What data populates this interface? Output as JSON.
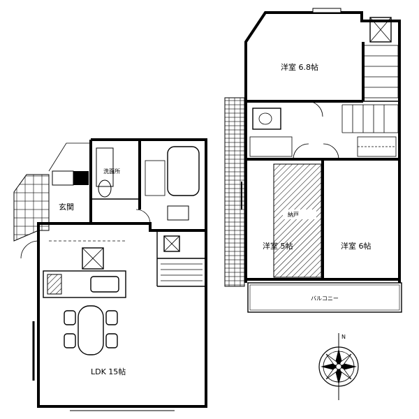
{
  "labels": {
    "room_top": "洋室 6.8帖",
    "room_left": "洋室 5帖",
    "room_right": "洋室 6帖",
    "ldk": "LDK 15帖",
    "entrance": "玄関",
    "washroom": "洗面所",
    "balcony": "バルコニー",
    "closet": "納戸",
    "compass_n": "N"
  },
  "colors": {
    "wall": "#000000",
    "background": "#ffffff"
  }
}
